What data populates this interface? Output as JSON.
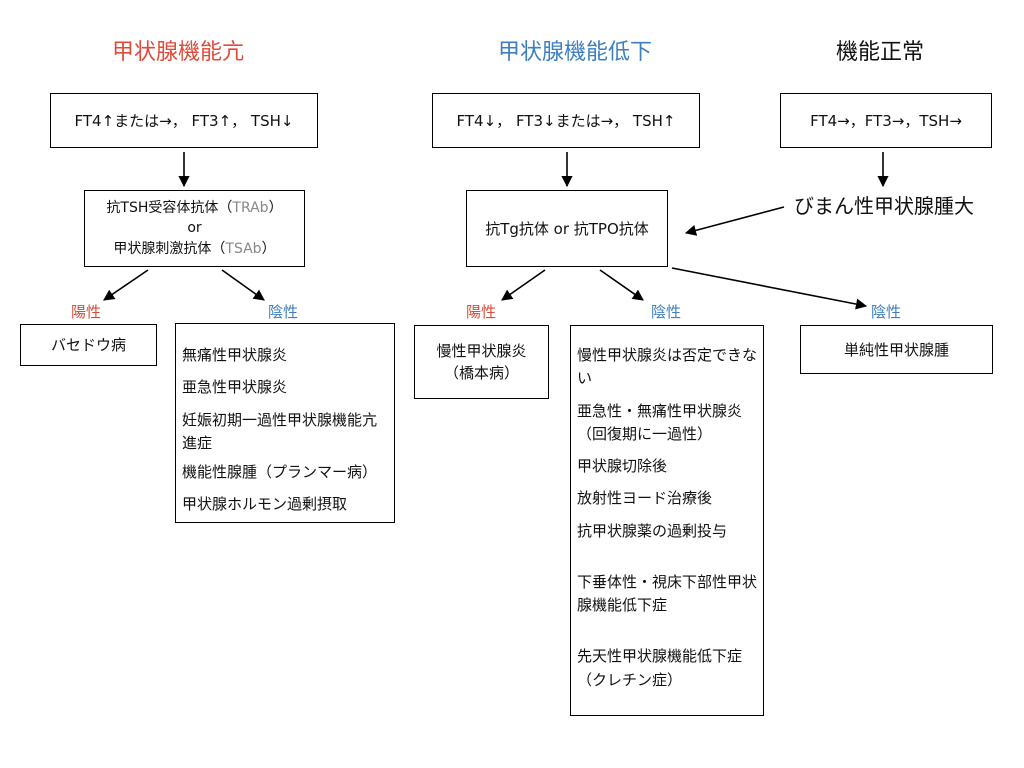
{
  "colors": {
    "hyper": "#e04a3a",
    "hypo": "#3d7fc0",
    "positive": "#e04a3a",
    "negative": "#3d7fc0",
    "normal": "#111111"
  },
  "columns": {
    "hyper": {
      "title": "甲状腺機能亢",
      "labs": "FT4↑または→， FT3↑， TSH↓",
      "test": {
        "line1": "抗TSH受容体抗体（",
        "abbr1": "TRAb",
        "line1_end": "）",
        "line2": "or",
        "line3": "甲状腺刺激抗体（",
        "abbr3": "TSAb",
        "line3_end": "）"
      },
      "positive_label": "陽性",
      "positive_items": [
        "バセドウ病"
      ],
      "negative_label": "陰性",
      "negative_items": [
        "無痛性甲状腺炎",
        "亜急性甲状腺炎",
        "妊娠初期一過性甲状腺機能亢進症",
        "機能性腺腫（プランマー病）",
        "甲状腺ホルモン過剰摂取"
      ]
    },
    "hypo": {
      "title": "甲状腺機能低下",
      "labs": "FT4↓， FT3↓または→， TSH↑",
      "test": "抗Tg抗体 or 抗TPO抗体",
      "positive_label": "陽性",
      "positive_items": [
        "慢性甲状腺炎",
        "（橋本病）"
      ],
      "negative_label": "陰性",
      "negative_items": [
        "慢性甲状腺炎は否定できない",
        "亜急性・無痛性甲状腺炎（回復期に一過性）",
        "甲状腺切除後",
        "放射性ヨード治療後",
        "抗甲状腺薬の過剰投与",
        "下垂体性・視床下部性甲状腺機能低下症",
        "先天性甲状腺機能低下症（クレチン症）"
      ]
    },
    "normal": {
      "title": "機能正常",
      "labs": "FT4→，FT3→，TSH→",
      "finding": "びまん性甲状腺腫大",
      "negative_label": "陰性",
      "negative_items": [
        "単純性甲状腺腫"
      ]
    }
  }
}
